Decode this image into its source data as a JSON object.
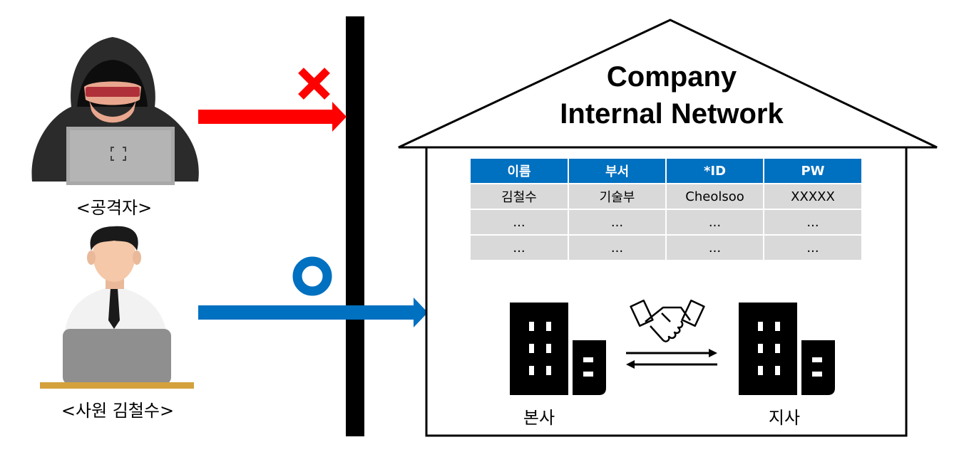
{
  "attacker": {
    "label": "<공격자>",
    "icon": "hooded-hacker-icon",
    "blocked_mark": "red-x-icon"
  },
  "employee": {
    "label": "<사원 김철수>",
    "icon": "office-worker-icon",
    "allowed_mark": "blue-o-icon"
  },
  "network": {
    "title_line1": "Company",
    "title_line2": "Internal Network",
    "table": {
      "headers": [
        "이름",
        "부서",
        "*ID",
        "PW"
      ],
      "rows": [
        [
          "김철수",
          "기술부",
          "Cheolsoo",
          "XXXXX"
        ],
        [
          "...",
          "...",
          "...",
          "..."
        ],
        [
          "...",
          "...",
          "...",
          "..."
        ]
      ]
    },
    "hq_label": "본사",
    "branch_label": "지사"
  },
  "colors": {
    "blocked": "#ff0000",
    "allowed": "#0070c0",
    "header_bg": "#0070c0",
    "cell_bg": "#d9d9d9",
    "firewall": "#000000"
  }
}
